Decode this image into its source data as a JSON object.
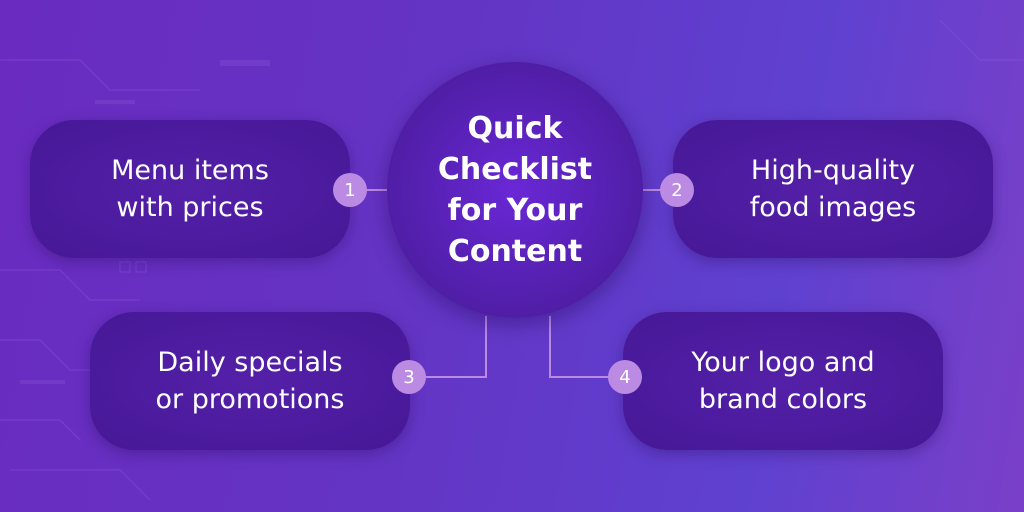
{
  "center": {
    "lines": [
      "Quick",
      "Checklist",
      "for Your",
      "Content"
    ]
  },
  "items": [
    {
      "number": "1",
      "lines": [
        "Menu items",
        "with prices"
      ]
    },
    {
      "number": "2",
      "lines": [
        "High-quality",
        "food images"
      ]
    },
    {
      "number": "3",
      "lines": [
        "Daily specials",
        "or promotions"
      ]
    },
    {
      "number": "4",
      "lines": [
        "Your logo and",
        "brand colors"
      ]
    }
  ],
  "colors": {
    "badge": "#bb8ae3",
    "box": "#4a1a9c",
    "background": "#6434c4"
  }
}
